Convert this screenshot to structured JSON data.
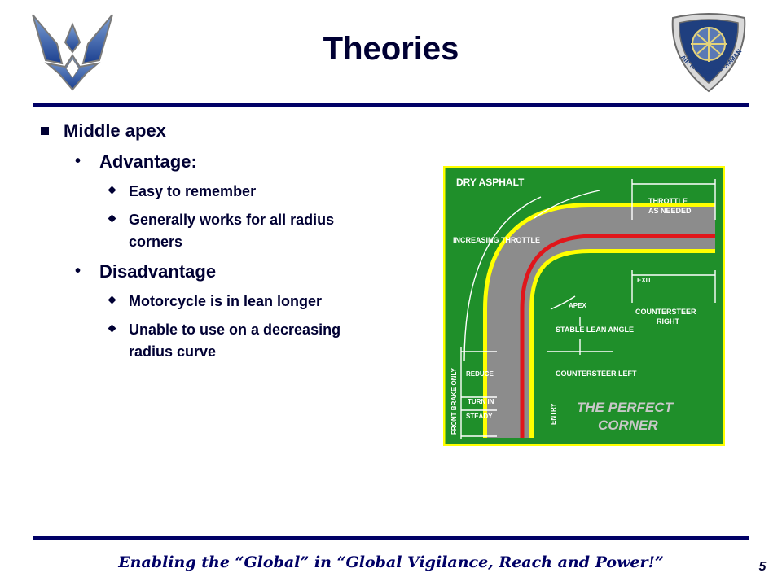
{
  "title": "Theories",
  "bullets": {
    "main": "Middle apex",
    "advantage": {
      "label": "Advantage:",
      "items": [
        "Easy to remember",
        "Generally works for all radius corners"
      ]
    },
    "disadvantage": {
      "label": "Disadvantage",
      "items": [
        "Motorcycle is in lean longer",
        "Unable to use on a decreasing radius curve"
      ]
    }
  },
  "diagram": {
    "surface": "DRY ASPHALT",
    "throttle_as_needed_1": "THROTTLE",
    "throttle_as_needed_2": "AS NEEDED",
    "increasing_throttle": "INCREASING THROTTLE",
    "exit": "EXIT",
    "apex": "APEX",
    "countersteer_right_1": "COUNTERSTEER",
    "countersteer_right_2": "RIGHT",
    "stable_lean_angle": "STABLE LEAN ANGLE",
    "countersteer_left": "COUNTERSTEER LEFT",
    "front_brake_only": "FRONT BRAKE ONLY",
    "reduce": "REDUCE",
    "turn_in": "TURN IN",
    "steady": "STEADY",
    "entry": "ENTRY",
    "caption_1": "THE PERFECT",
    "caption_2": "CORNER"
  },
  "logos": {
    "left_icon": "air-force-symbol",
    "right_icon": "air-mobility-command-shield",
    "right_text": "AIR MOBILITY COMMAND"
  },
  "colors": {
    "navy": "#000066",
    "diagram_green": "#1f8f2a",
    "road_gray": "#8c8c8c",
    "road_edge_yellow": "#ffff00",
    "racing_line_red": "#e0161b"
  },
  "footer": "Enabling the “Global” in “Global Vigilance, Reach and Power!”",
  "page_number": "5"
}
